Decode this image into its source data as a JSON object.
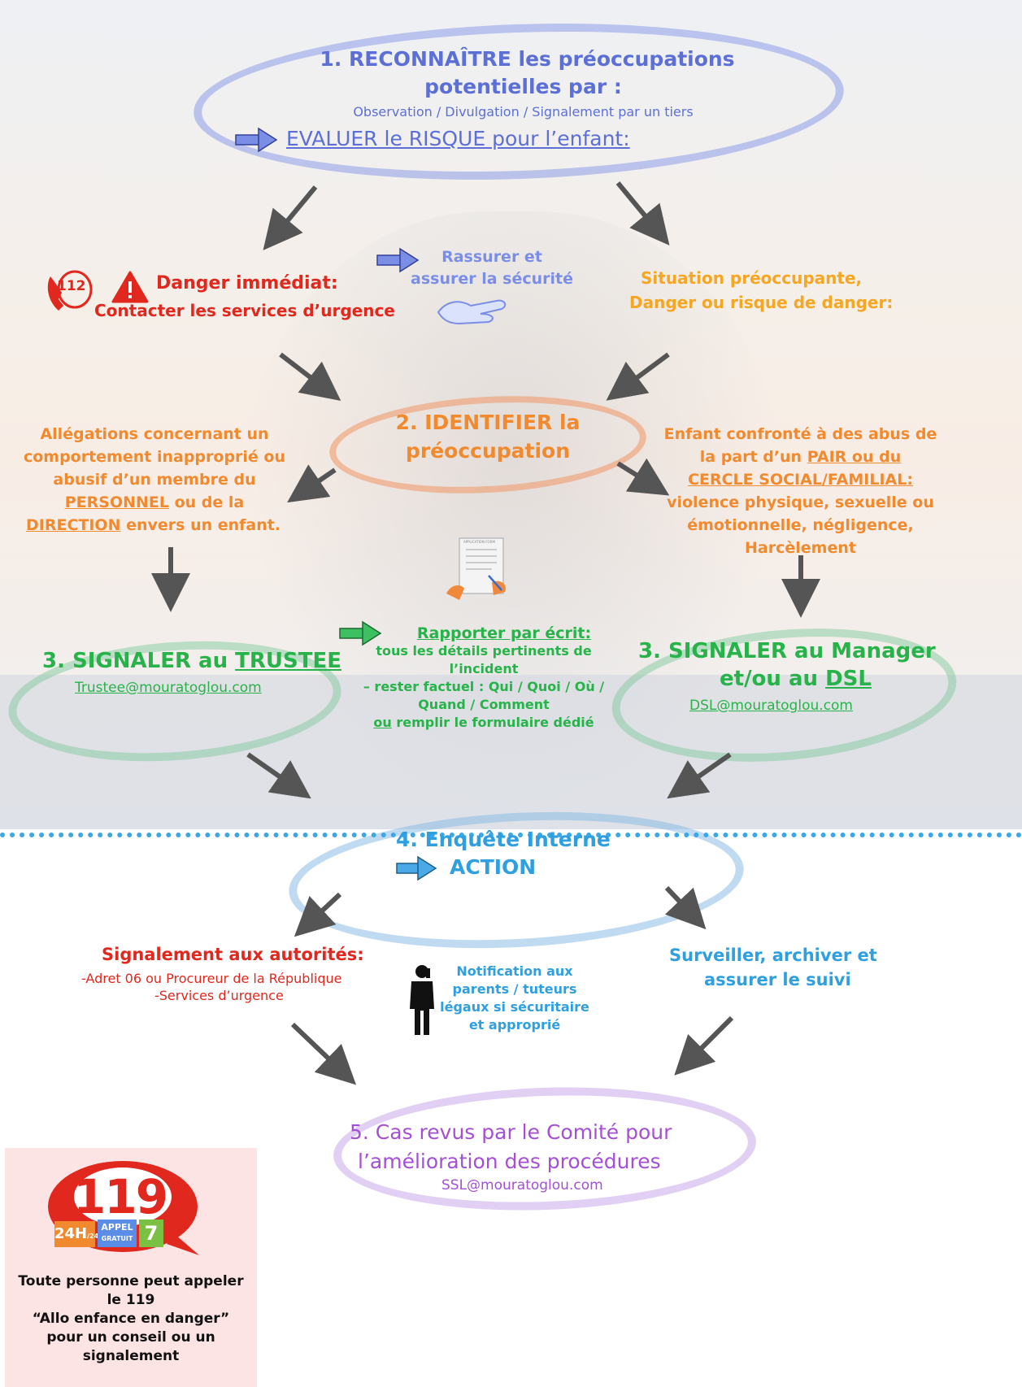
{
  "colors": {
    "blue_step": "#5b6fd6",
    "red": "#e0281e",
    "orange": "#f18a2f",
    "yellow": "#f5a623",
    "green": "#27b34a",
    "cyan": "#2f9fe0",
    "purple": "#a44fd6",
    "arrow": "#555555",
    "dots": "#3aa7e6"
  },
  "step1": {
    "title_line1": "1. RECONNAÎTRE les préoccupations",
    "title_line2": "potentielles  par :",
    "subtitle": "Observation / Divulgation / Signalement par un tiers",
    "evaluate": "EVALUER le RISQUE pour l’enfant:"
  },
  "danger": {
    "badge": "112",
    "title": "Danger immédiat:",
    "action": "Contacter les services d’urgence"
  },
  "reassure": {
    "line1": "Rassurer et",
    "line2": "assurer la sécurité"
  },
  "concern": {
    "line1": "Situation préoccupante,",
    "line2": "Danger ou risque de danger:"
  },
  "step2": {
    "line1": "2. IDENTIFIER la",
    "line2": "préoccupation"
  },
  "staff": {
    "line1": "Allégations concernant un",
    "line2": "comportement inapproprié ou",
    "line3": "abusif d’un membre du",
    "personnel": "PERSONNEL",
    "line4_rest": " ou de la",
    "direction": "DIRECTION",
    "line5_rest": " envers un enfant."
  },
  "peer": {
    "line1": "Enfant confronté à des abus de",
    "line2_a": "la part d’un ",
    "pair": "PAIR",
    "line2_b": " ou du",
    "cercle": "CERCLE SOCIAL/FAMILIAL:",
    "line4": "violence physique, sexuelle ou",
    "line5": "émotionnelle, négligence,",
    "line6": "Harcèlement"
  },
  "form_icon_text": "APPLICATION FORM",
  "step3_trustee": {
    "title_a": "3. SIGNALER au ",
    "title_b": "TRUSTEE",
    "email": "Trustee@mouratoglou.com"
  },
  "report": {
    "title": "Rapporter par écrit:",
    "line1": "tous les détails pertinents de",
    "line2": "l’incident",
    "line3": "– rester factuel : Qui / Quoi / Où /",
    "line4": "Quand / Comment",
    "line5_a": "ou",
    "line5_b": " remplir le formulaire dédié"
  },
  "step3_manager": {
    "line1": "3. SIGNALER au Manager",
    "line2_a": "et/ou au ",
    "line2_b": "DSL",
    "email": "DSL@mouratoglou.com"
  },
  "step4": {
    "line1": "4. Enquête Interne",
    "line2": "ACTION"
  },
  "authorities": {
    "title": "Signalement aux autorités:",
    "line1": "-Adret 06 ou Procureur de la République",
    "line2": "-Services d’urgence"
  },
  "notify": {
    "line1": "Notification aux",
    "line2": "parents / tuteurs",
    "line3": "légaux si sécuritaire",
    "line4": "et approprié"
  },
  "monitor": {
    "line1": "Surveiller, archiver et",
    "line2": "assurer le suivi"
  },
  "step5": {
    "line1": "5. Cas revus par le Comité pour",
    "line2": "l’amélioration des procédures",
    "email": "SSL@mouratoglou.com"
  },
  "hotline": {
    "number": "119",
    "tag_24h": "24H",
    "tag_24": "/24",
    "tag_appel": "APPEL",
    "tag_gratuit": "GRATUIT",
    "tag_7": "7",
    "line1": "Toute personne peut appeler",
    "line2": "le 119",
    "line3": "“Allo enfance en danger”",
    "line4": "pour un conseil ou un",
    "line5": "signalement"
  }
}
